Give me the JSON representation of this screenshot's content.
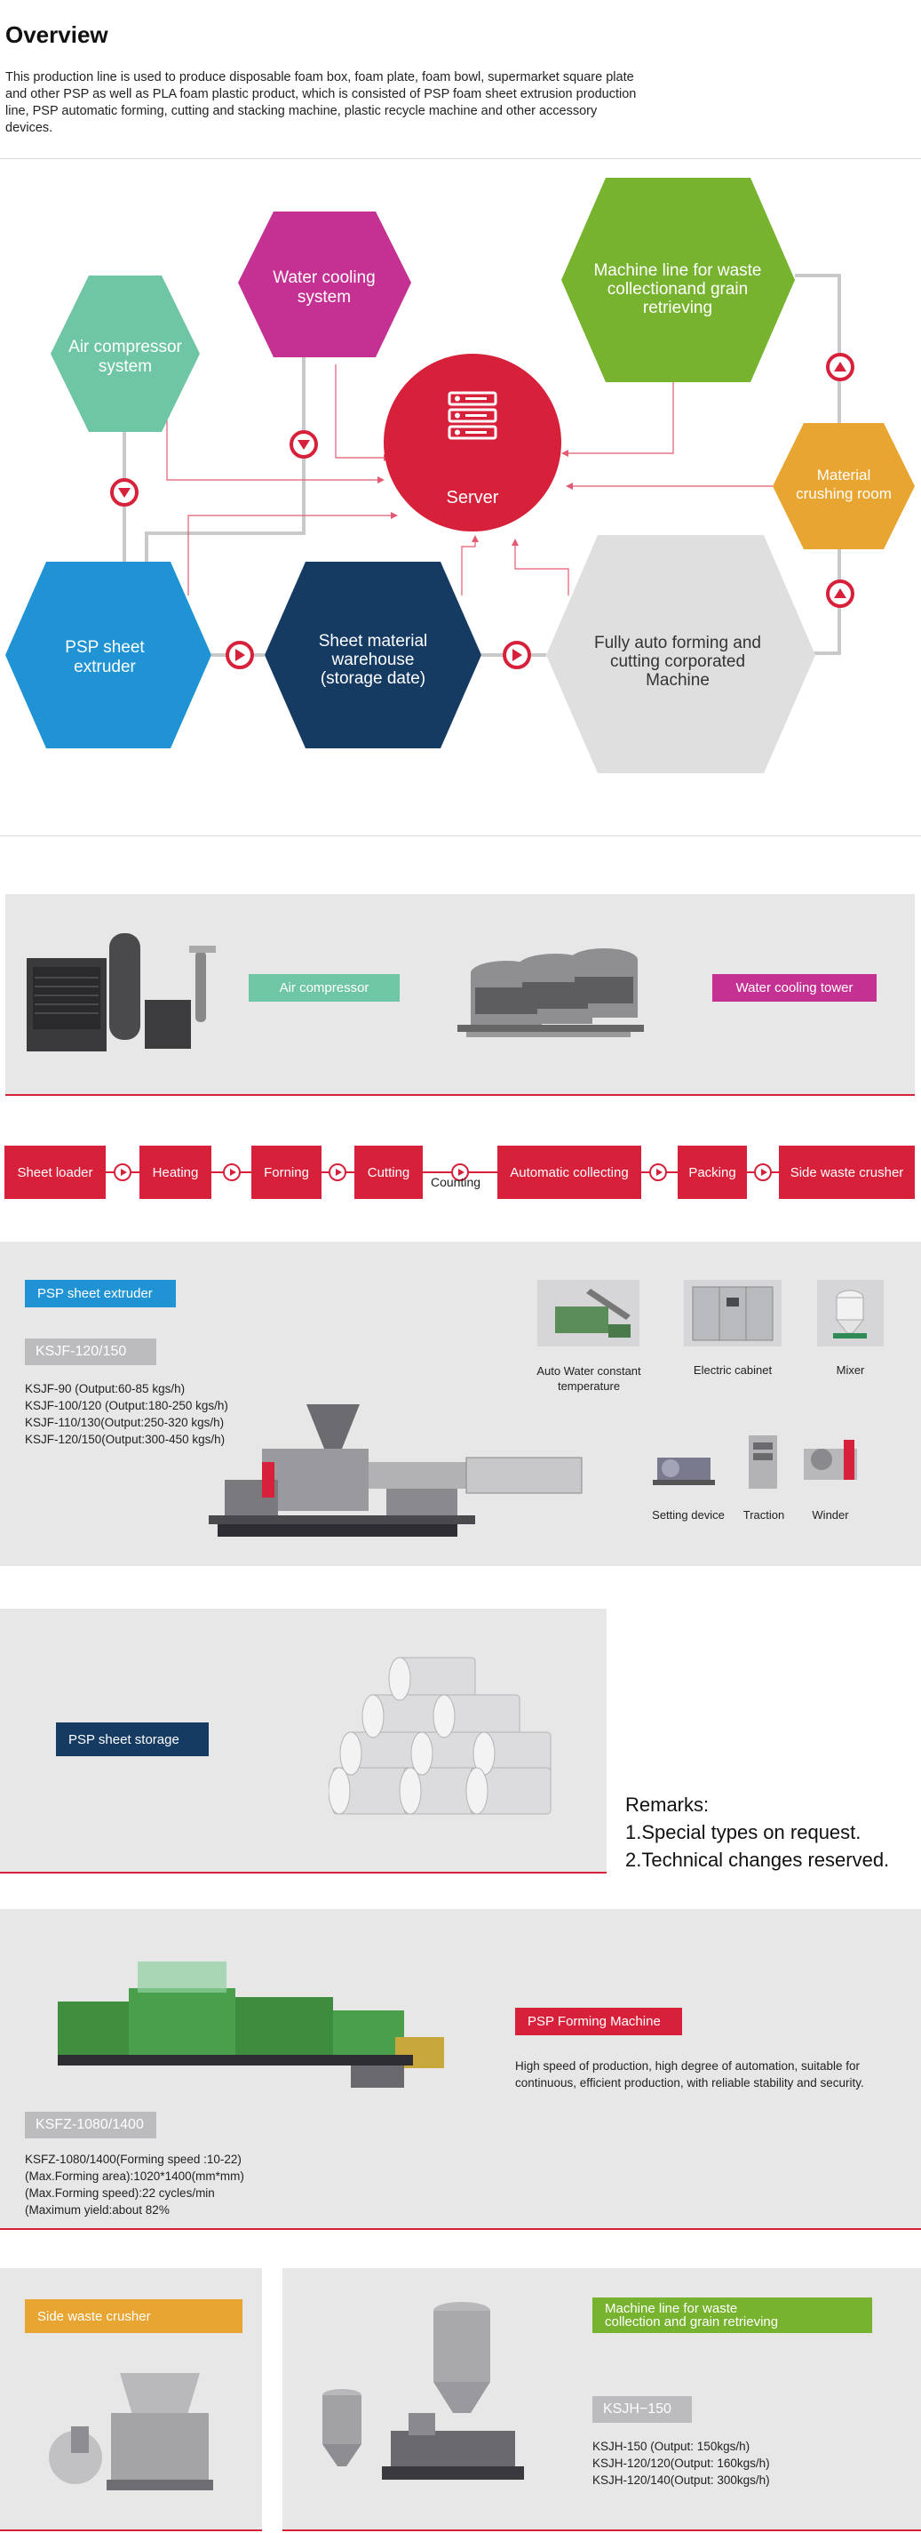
{
  "overview": {
    "title": "Overview",
    "description": "This production line is used to produce disposable foam box, foam plate, foam bowl, supermarket square plate and other PSP as well as PLA foam plastic product, which is consisted of PSP foam sheet extrusion production line, PSP automatic forming, cutting and stacking machine, plastic recycle machine and other accessory devices."
  },
  "diagram": {
    "nodes": {
      "air": {
        "line1": "Air compressor",
        "line2": "system",
        "color": "#6fc6a4"
      },
      "water": {
        "line1": "Water cooling",
        "line2": "system",
        "color": "#c53193"
      },
      "recycle": {
        "line1": "Machine line for waste",
        "line2": "collectionand grain",
        "line3": "retrieving",
        "color": "#77b32f"
      },
      "server": {
        "label": "Server",
        "color": "#d7203a"
      },
      "crushing": {
        "line1": "Material",
        "line2": "crushing room",
        "color": "#e8a531"
      },
      "extruder": {
        "line1": "PSP sheet",
        "line2": "extruder",
        "color": "#1f93d4"
      },
      "warehouse": {
        "line1": "Sheet material",
        "line2": "warehouse",
        "line3": "(storage date)",
        "color": "#153b63"
      },
      "forming": {
        "line1": "Fully auto forming and",
        "line2": "cutting corporated",
        "line3": "Machine",
        "color": "#dfdfe0"
      }
    },
    "server_icon": "server-icon",
    "arrow_icon": "arrow-circle-icon"
  },
  "accessories": {
    "air_compressor": "Air compressor",
    "water_cooling_tower": "Water cooling tower"
  },
  "process": {
    "steps": [
      "Sheet loader",
      "Heating",
      "Forning",
      "Cutting",
      "Automatic collecting",
      "Packing",
      "Side waste crusher"
    ],
    "counting": "Counting"
  },
  "extruder": {
    "tag": "PSP sheet extruder",
    "model": "KSJF-120/150",
    "specs": [
      "KSJF-90 (Output:60-85 kgs/h)",
      "KSJF-100/120 (Output:180-250 kgs/h)",
      "KSJF-110/130(Output:250-320 kgs/h)",
      "KSJF-120/150(Output:300-450 kgs/h)"
    ],
    "parts": {
      "auto_water_line1": "Auto Water constant",
      "auto_water_line2": "temperature",
      "cabinet": "Electric cabinet",
      "mixer": "Mixer",
      "setting": "Setting device",
      "traction": "Traction",
      "winder": "Winder"
    }
  },
  "storage": {
    "tag": "PSP sheet storage",
    "remarks_title": "Remarks:",
    "remark1": "1.Special types on request.",
    "remark2": "2.Technical changes reserved."
  },
  "forming": {
    "tag": "PSP Forming Machine",
    "description": "High speed of production, high degree of automation, suitable for continuous, efficient production, with reliable stability and security.",
    "model": "KSFZ-1080/1400",
    "specs": [
      "KSFZ-1080/1400(Forming speed :10-22)",
      "(Max.Forming area):1020*1400(mm*mm)",
      "(Max.Forming speed):22 cycles/min",
      "(Maximum yield:about 82%"
    ]
  },
  "crusher": {
    "tag": "Side waste crusher"
  },
  "recycle": {
    "tag_line1": "Machine line for waste",
    "tag_line2": "collection and grain retrieving",
    "model": "KSJH−150",
    "specs": [
      "KSJH-150 (Output: 150kgs/h)",
      "KSJH-120/120(Output: 160kgs/h)",
      "KSJH-120/140(Output: 300kgs/h)"
    ]
  }
}
